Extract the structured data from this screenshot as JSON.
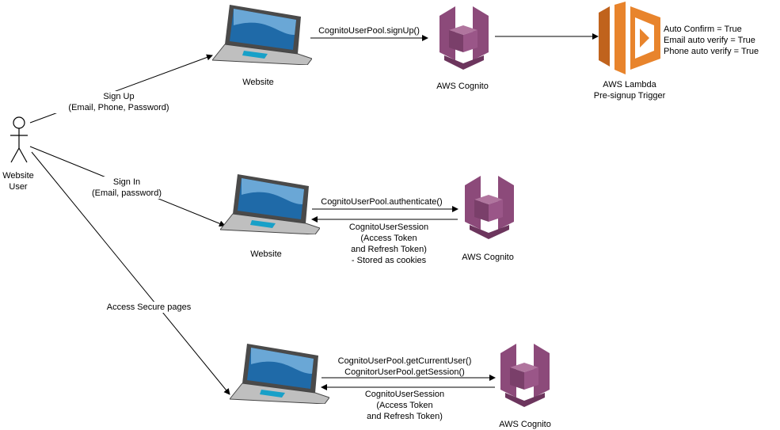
{
  "actor": {
    "label_line1": "Website",
    "label_line2": "User"
  },
  "flow_signup": {
    "edge_label_line1": "Sign Up",
    "edge_label_line2": "(Email, Phone, Password)",
    "website_label": "Website",
    "call_label": "CognitoUserPool.signUp()",
    "cognito_label": "AWS Cognito",
    "lambda_label_line1": "AWS Lambda",
    "lambda_label_line2": "Pre-signup Trigger",
    "lambda_notes": [
      "Auto Confirm = True",
      "Email auto verify = True",
      "Phone auto verify = True"
    ]
  },
  "flow_signin": {
    "edge_label_line1": "Sign In",
    "edge_label_line2": "(Email, password)",
    "website_label": "Website",
    "call_label": "CognitoUserPool.authenticate()",
    "return_lines": [
      "CognitoUserSession",
      "(Access Token",
      "and Refresh Token)",
      "- Stored as cookies"
    ],
    "cognito_label": "AWS Cognito"
  },
  "flow_secure": {
    "edge_label": "Access Secure pages",
    "call_lines": [
      "CognitoUserPool.getCurrentUser()",
      "CognitorUserPool.getSession()"
    ],
    "return_lines": [
      "CognitoUserSession",
      "(Access Token",
      "and Refresh Token)"
    ],
    "cognito_label": "AWS Cognito"
  },
  "colors": {
    "cognito": "#8c4a7a",
    "cognito_light": "#b0759e",
    "lambda": "#e8842c",
    "lambda_dark": "#c0631d",
    "laptop_screen": "#2b6fa6",
    "laptop_body": "#444444"
  }
}
